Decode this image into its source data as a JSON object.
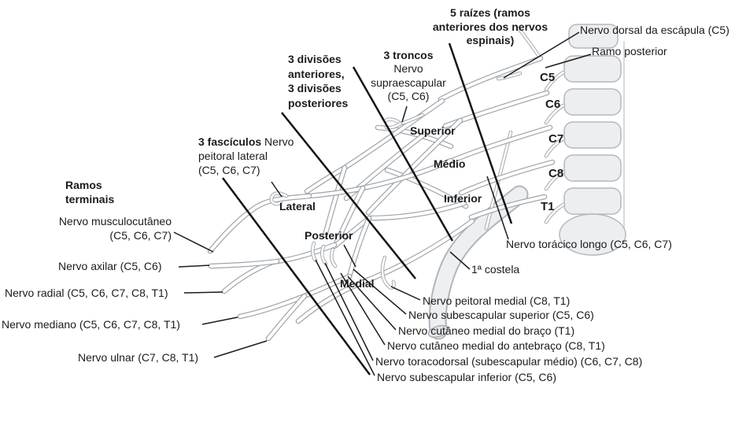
{
  "colors": {
    "background": "#ffffff",
    "text": "#1b1b1b",
    "leader_line": "#1c1c1c",
    "nerve_outline": "#9ea5ab",
    "bone_fill": "#eceef0",
    "bone_outline": "#b3b9bf"
  },
  "headings": {
    "roots": {
      "l1": "5 raízes (ramos",
      "l2": "anteriores dos nervos",
      "l3": "espinais)"
    },
    "trunks": "3 troncos",
    "divisions": {
      "l1": "3 divisões",
      "l2": "anteriores,",
      "l3": "3 divisões",
      "l4": "posteriores"
    },
    "cords_bold": "3 fascículos",
    "terminal": {
      "l1": "Ramos",
      "l2": "terminais"
    }
  },
  "vertebrae": {
    "c5": "C5",
    "c6": "C6",
    "c7": "C7",
    "c8": "C8",
    "t1": "T1"
  },
  "trunk_names": {
    "superior": "Superior",
    "middle": "Médio",
    "inferior": "Inferior"
  },
  "cord_names": {
    "lateral": "Lateral",
    "posterior": "Posterior",
    "medial": "Medial"
  },
  "nerves": {
    "dorsal_scapula": "Nervo dorsal da escápula (C5)",
    "ramo_posterior": "Ramo posterior",
    "suprascapular": {
      "l1": "Nervo",
      "l2": "supraescapular",
      "l3": "(C5, C6)"
    },
    "lateral_pectoral": {
      "l1_rest": " Nervo",
      "l2": "peitoral lateral",
      "l3": "(C5, C6, C7)"
    },
    "musculocutaneous": {
      "l1": "Nervo musculocutâneo",
      "l2": "(C5, C6, C7)"
    },
    "axillary": "Nervo axilar (C5, C6)",
    "radial": "Nervo radial (C5, C6, C7, C8, T1)",
    "median": "Nervo mediano (C5, C6, C7, C8, T1)",
    "ulnar": "Nervo ulnar (C7, C8, T1)",
    "long_thoracic": "Nervo torácico longo (C5, C6, C7)",
    "first_rib": "1ª costela",
    "medial_pectoral": "Nervo peitoral medial (C8, T1)",
    "upper_subscapular": "Nervo subescapular superior (C5, C6)",
    "medial_cutaneous_arm": "Nervo cutâneo medial do braço (T1)",
    "medial_cutaneous_forearm": "Nervo cutâneo medial do antebraço (C8, T1)",
    "thoracodorsal": "Nervo toracodorsal (subescapular médio) (C6, C7, C8)",
    "lower_subscapular": "Nervo subescapular inferior (C5, C6)"
  }
}
